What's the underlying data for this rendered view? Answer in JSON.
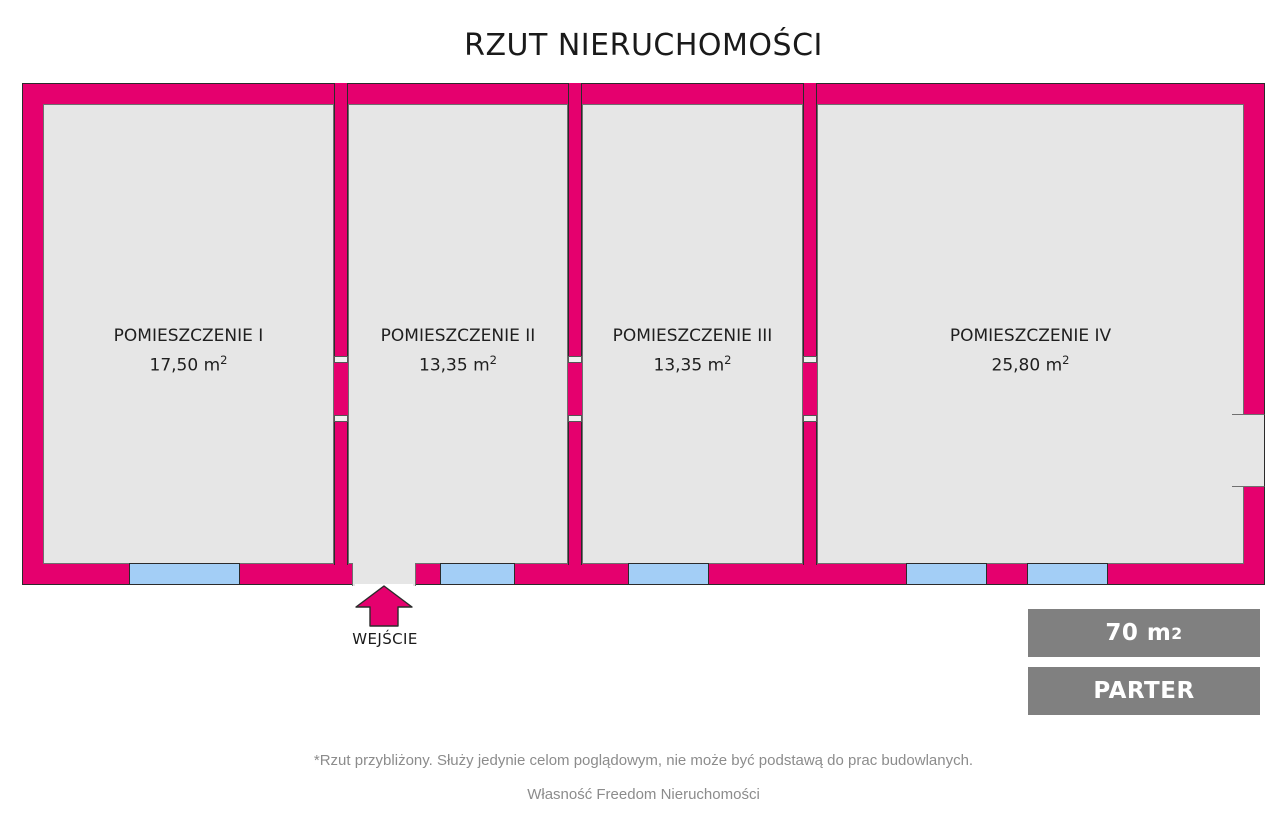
{
  "page": {
    "title": "RZUT NIERUCHOMOŚCI"
  },
  "floorplan": {
    "rooms": [
      {
        "name": "POMIESZCZENIE I",
        "area": "17,50 m",
        "unit_exponent": "2"
      },
      {
        "name": "POMIESZCZENIE II",
        "area": "13,35 m",
        "unit_exponent": "2"
      },
      {
        "name": "POMIESZCZENIE III",
        "area": "13,35 m",
        "unit_exponent": "2"
      },
      {
        "name": "POMIESZCZENIE IV",
        "area": "25,80 m",
        "unit_exponent": "2"
      }
    ],
    "entrance": {
      "label": "WEJŚCIE",
      "icon": "arrow-up-icon"
    },
    "colors": {
      "wall": "#E5006E",
      "room_fill": "#E6E6E6",
      "window": "#A3CEF6",
      "badge": "#808080",
      "outline": "#2b2b2b"
    }
  },
  "badges": {
    "total_area": "70 m",
    "total_area_exponent": "2",
    "floor": "PARTER"
  },
  "footer": {
    "disclaimer": "*Rzut przybliżony. Służy jedynie celom poglądowym, nie może być podstawą do prac budowlanych.",
    "ownership": "Własność Freedom Nieruchomości"
  }
}
